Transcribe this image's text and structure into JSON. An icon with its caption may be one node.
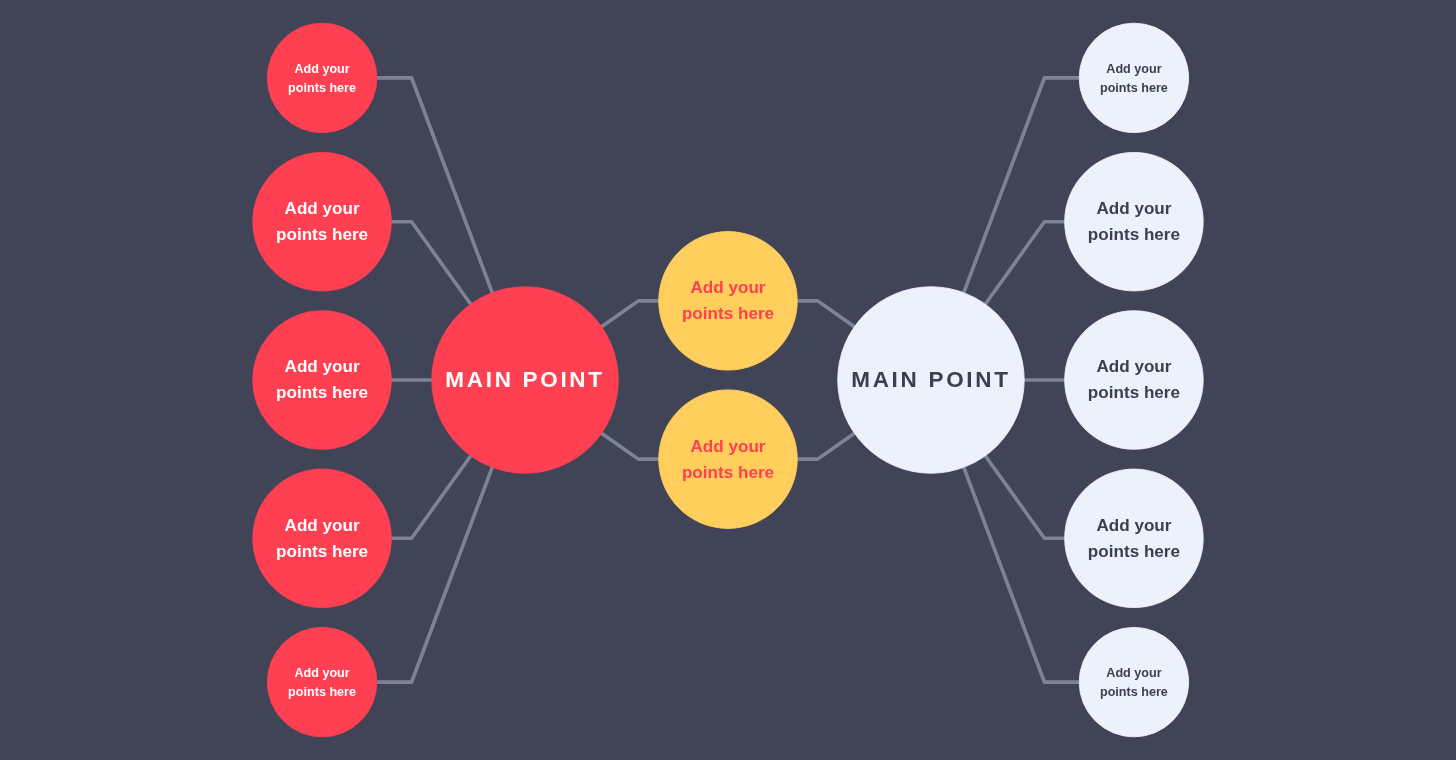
{
  "diagram": {
    "nodes": [
      {
        "text": [
          "MAIN POINT"
        ]
      },
      {
        "text": [
          "MAIN POINT"
        ]
      },
      {
        "text": [
          "Add your points here"
        ]
      },
      {
        "text": [
          "Add your points here"
        ]
      },
      {
        "text": [
          "Add your points here"
        ]
      },
      {
        "text": [
          "Add your points here"
        ]
      },
      {
        "text": [
          "Add your points here"
        ]
      },
      {
        "text": [
          "Add your points here"
        ]
      },
      {
        "text": [
          "Add your points here"
        ]
      },
      {
        "text": [
          "Add your points here"
        ]
      },
      {
        "text": [
          "Add your points here"
        ]
      },
      {
        "text": [
          "Add your points here"
        ]
      },
      {
        "text": [
          "Add your points here"
        ]
      },
      {
        "text": [
          "Add your points here"
        ]
      }
    ],
    "edges": [
      {
        "from": 2,
        "to": 0,
        "arrow": "none"
      },
      {
        "from": 3,
        "to": 0,
        "arrow": "none"
      },
      {
        "from": 4,
        "to": 0,
        "arrow": "none"
      },
      {
        "from": 5,
        "to": 0,
        "arrow": "none"
      },
      {
        "from": 6,
        "to": 0,
        "arrow": "none"
      },
      {
        "from": 0,
        "to": 7,
        "arrow": "none"
      },
      {
        "from": 0,
        "to": 8,
        "arrow": "none"
      },
      {
        "from": 7,
        "to": 1,
        "arrow": "none"
      },
      {
        "from": 8,
        "to": 1,
        "arrow": "none"
      },
      {
        "from": 1,
        "to": 9,
        "arrow": "none"
      },
      {
        "from": 1,
        "to": 10,
        "arrow": "none"
      },
      {
        "from": 1,
        "to": 11,
        "arrow": "none"
      },
      {
        "from": 1,
        "to": 12,
        "arrow": "none"
      },
      {
        "from": 1,
        "to": 13,
        "arrow": "none"
      }
    ]
  }
}
